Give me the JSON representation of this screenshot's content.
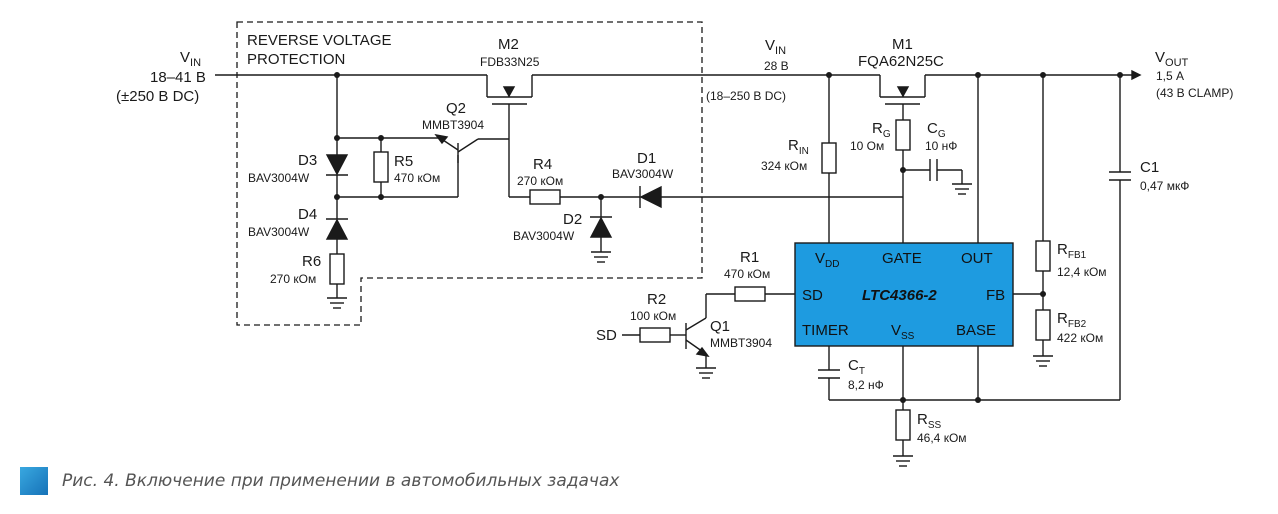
{
  "figure": {
    "caption": "Рис. 4. Включение при применении в автомобильных задачах",
    "chip_color": "#1e9be0",
    "caption_marker_color": "#1a8ad0",
    "protection_box": {
      "title_line1": "REVERSE VOLTAGE",
      "title_line2": "PROTECTION"
    },
    "input": {
      "name": "V",
      "sub": "IN",
      "range": "18–41 В",
      "dc": "(±250 В DC)"
    },
    "vin_mid": {
      "name": "V",
      "sub": "IN",
      "value": "28 В",
      "range": "(18–250 В DC)"
    },
    "output": {
      "name": "V",
      "sub": "OUT",
      "current": "1,5 А",
      "clamp": "(43 В CLAMP)"
    },
    "chip": {
      "name": "LTC4366-2",
      "pins": {
        "vdd": "V",
        "vdd_sub": "DD",
        "gate": "GATE",
        "out": "OUT",
        "sd": "SD",
        "fb": "FB",
        "timer": "TIMER",
        "vss": "V",
        "vss_sub": "SS",
        "base": "BASE"
      }
    },
    "components": {
      "m1": {
        "ref": "M1",
        "part": "FQA62N25C"
      },
      "m2": {
        "ref": "M2",
        "part": "FDB33N25"
      },
      "q1": {
        "ref": "Q1",
        "part": "MMBT3904"
      },
      "q2": {
        "ref": "Q2",
        "part": "MMBT3904"
      },
      "d1": {
        "ref": "D1",
        "part": "BAV3004W"
      },
      "d2": {
        "ref": "D2",
        "part": "BAV3004W"
      },
      "d3": {
        "ref": "D3",
        "part": "BAV3004W"
      },
      "d4": {
        "ref": "D4",
        "part": "BAV3004W"
      },
      "r1": {
        "ref": "R1",
        "value": "470 кОм"
      },
      "r2": {
        "ref": "R2",
        "value": "100 кОм"
      },
      "r4": {
        "ref": "R4",
        "value": "270 кОм"
      },
      "r5": {
        "ref": "R5",
        "value": "470 кОм"
      },
      "r6": {
        "ref": "R6",
        "value": "270 кОм"
      },
      "rin": {
        "ref": "R",
        "sub": "IN",
        "value": "324 кОм"
      },
      "rg": {
        "ref": "R",
        "sub": "G",
        "value": "10 Ом"
      },
      "cg": {
        "ref": "C",
        "sub": "G",
        "value": "10 нФ"
      },
      "c1": {
        "ref": "C1",
        "value": "0,47 мкФ"
      },
      "ct": {
        "ref": "C",
        "sub": "T",
        "value": "8,2 нФ"
      },
      "rss": {
        "ref": "R",
        "sub": "SS",
        "value": "46,4 кОм"
      },
      "rfb1": {
        "ref": "R",
        "sub": "FB1",
        "value": "12,4 кОм"
      },
      "rfb2": {
        "ref": "R",
        "sub": "FB2",
        "value": "422 кОм"
      }
    },
    "sd_input": "SD"
  }
}
